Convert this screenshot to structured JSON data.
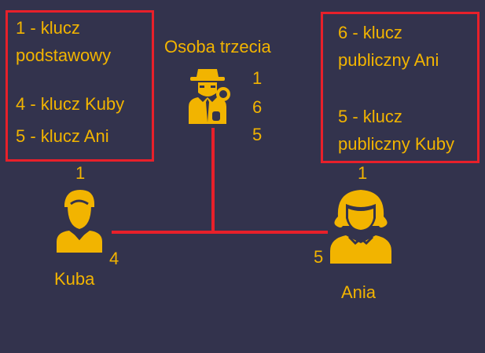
{
  "colors": {
    "background": "#33334d",
    "text": "#f2b400",
    "frame": "#e8202a"
  },
  "left_legend": {
    "line1": "1 - klucz",
    "line2": "podstawowy",
    "line3": "4 - klucz Kuby",
    "line4": "5 - klucz Ani"
  },
  "right_legend": {
    "line1": "6 - klucz",
    "line2": "publiczny Ani",
    "line3": "5 - klucz",
    "line4": "publiczny Kuby"
  },
  "third_party": {
    "label": "Osoba trzecia",
    "keys": [
      "1",
      "6",
      "5"
    ],
    "icon": "spy-icon"
  },
  "kuba": {
    "label": "Kuba",
    "key_top": "1",
    "key_side": "4",
    "icon": "man-icon"
  },
  "ania": {
    "label": "Ania",
    "key_top": "1",
    "key_side": "5",
    "icon": "woman-icon"
  }
}
